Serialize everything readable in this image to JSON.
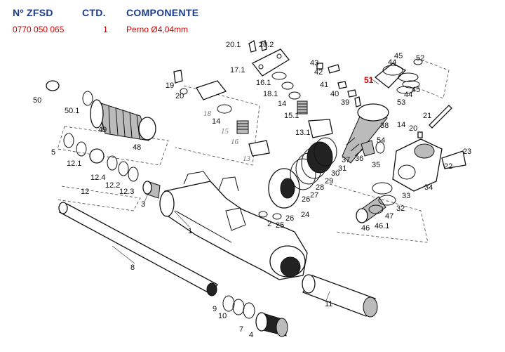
{
  "table": {
    "headers": {
      "code": "Nº ZFSD",
      "qty": "CTD.",
      "component": "COMPONENTE"
    },
    "row": {
      "code": "0770 050 065",
      "qty": "1",
      "component": "Perno Ø4,04mm"
    }
  },
  "diagram": {
    "labels": {
      "l1": "1",
      "l2": "2",
      "l3": "3",
      "l4": "4",
      "l5": "5",
      "l7": "7",
      "l8": "8",
      "l9": "9",
      "l10": "10",
      "l11": "11",
      "l12": "12",
      "l12_1": "12.1",
      "l12_2": "12.2",
      "l12_3": "12.3",
      "l12_4": "12.4",
      "l13": "13",
      "l13_1": "13.1",
      "l14a": "14",
      "l14b": "14",
      "l14c": "14",
      "l15": "15",
      "l15_1": "15.1",
      "l16": "16",
      "l16_1": "16.1",
      "l17_1": "17.1",
      "l18": "18",
      "l18_1": "18.1",
      "l19": "19",
      "l20a": "20",
      "l20b": "20",
      "l20_1": "20.1",
      "l20_2": "20.2",
      "l21": "21",
      "l22": "22",
      "l23": "23",
      "l24": "24",
      "l25": "25",
      "l26a": "26",
      "l26b": "26",
      "l27": "27",
      "l28": "28",
      "l29": "29",
      "l30": "30",
      "l31": "31",
      "l32": "32",
      "l33": "33",
      "l34": "34",
      "l35": "35",
      "l36": "36",
      "l37": "37",
      "l38": "38",
      "l39": "39",
      "l40": "40",
      "l41": "41",
      "l42": "42",
      "l43": "43",
      "l44a": "44",
      "l44b": "44",
      "l45a": "45",
      "l45b": "45",
      "l46": "46",
      "l46_1": "46.1",
      "l47": "47",
      "l48": "48",
      "l49": "49",
      "l50": "50",
      "l50_1": "50.1",
      "l51": "51",
      "l52": "52",
      "l53": "53",
      "l54": "54"
    }
  }
}
